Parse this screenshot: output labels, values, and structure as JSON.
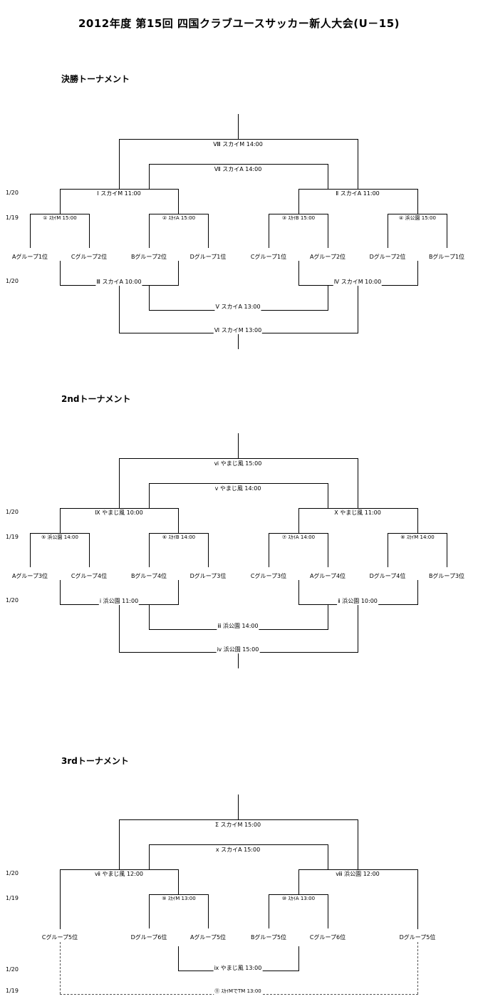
{
  "title": "2012年度 第15回 四国クラブユースサッカー新人大会(U－15)",
  "sections": [
    {
      "title": "決勝トーナメント",
      "days": [
        "1/20",
        "1/19",
        "1/20"
      ],
      "final_match": "Ⅷ スカイM 14:00",
      "third_place_match": "Ⅶ スカイA 14:00",
      "semi_matches": [
        "Ⅰ スカイM 11:00",
        "Ⅱ スカイA 11:00"
      ],
      "quarter_matches": [
        "① ｽｶｲM 15:00",
        "② ｽｶｲA 15:00",
        "③ ｽｶｲB 15:00",
        "④ 浜公園 15:00"
      ],
      "teams": [
        "Aグループ1位",
        "Cグループ2位",
        "Bグループ2位",
        "Dグループ1位",
        "Cグループ1位",
        "Aグループ2位",
        "Dグループ2位",
        "Bグループ1位"
      ],
      "consolation_semis": [
        "Ⅲ スカイA 10:00",
        "Ⅳ スカイM 10:00"
      ],
      "consolation_7th": "Ⅴ スカイA 13:00",
      "consolation_5th": "Ⅵ スカイM 13:00"
    },
    {
      "title": "2ndトーナメント",
      "days": [
        "1/20",
        "1/19",
        "1/20"
      ],
      "final_match": "ⅵ やまじ風 15:00",
      "third_place_match": "ⅴ やまじ風 14:00",
      "semi_matches": [
        "Ⅸ やまじ風 10:00",
        "Ⅹ やまじ風 11:00"
      ],
      "quarter_matches": [
        "⑤ 浜公園 14:00",
        "⑥ ｽｶｲB 14:00",
        "⑦ ｽｶｲA 14:00",
        "⑧ ｽｶｲM 14:00"
      ],
      "teams": [
        "Aグループ3位",
        "Cグループ4位",
        "Bグループ4位",
        "Dグループ3位",
        "Cグループ3位",
        "Aグループ4位",
        "Dグループ4位",
        "Bグループ3位"
      ],
      "consolation_semis": [
        "ⅰ 浜公園 11:00",
        "ⅱ 浜公園 10:00"
      ],
      "consolation_7th": "ⅲ 浜公園 14:00",
      "consolation_5th": "ⅳ 浜公園 15:00"
    },
    {
      "title": "3rdトーナメント",
      "days": [
        "1/20",
        "1/19",
        "1/20",
        "1/19"
      ],
      "final_match": "Σ スカイM 15:00",
      "third_place_match": "x スカイA 15:00",
      "semi_matches": [
        "ⅶ やまじ風 12:00",
        "ⅷ 浜公園 12:00"
      ],
      "quarter_matches": [
        "⑨ ｽｶｲM 13:00",
        "⑩ ｽｶｲA 13:00"
      ],
      "teams": [
        "Cグループ5位",
        "Dグループ6位",
        "Aグループ5位",
        "Bグループ5位",
        "Cグループ6位",
        "Dグループ5位"
      ],
      "consolation_match": "ⅸ やまじ風 13:00",
      "bottom_match": "⑪ ｽｶｲMでTM 13:00"
    }
  ]
}
